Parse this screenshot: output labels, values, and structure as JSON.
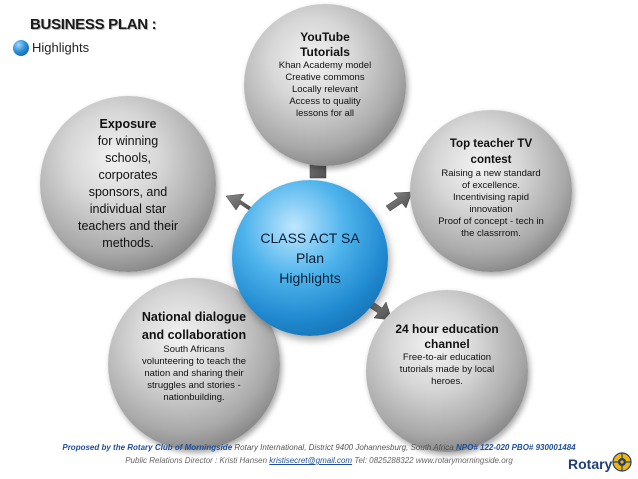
{
  "header": {
    "title": "BUSINESS PLAN :",
    "subtitle": "Highlights"
  },
  "center": {
    "line1": "CLASS ACT SA",
    "line2": "Plan",
    "line3": "Highlights"
  },
  "nodes": {
    "youtube": {
      "head": [
        "YouTube",
        "Tutorials"
      ],
      "body": [
        "Khan Academy model",
        "Creative commons",
        "Locally relevant",
        "Access to quality",
        "lessons for all"
      ]
    },
    "exposure": {
      "head": [
        "Exposure"
      ],
      "body": [
        "for winning",
        "schools,",
        "corporates",
        "sponsors, and",
        "individual star",
        "teachers and their",
        "methods."
      ]
    },
    "top_teacher": {
      "head": [
        "Top teacher TV",
        "contest"
      ],
      "body": [
        "Raising a new standard",
        "of excellence.",
        "Incentivising rapid",
        "innovation",
        "Proof of concept - tech in",
        "the classrrom."
      ]
    },
    "national": {
      "head": [
        "National dialogue",
        "and collaboration"
      ],
      "body": [
        "South Africans",
        "volunteering to teach the",
        "nation and sharing their",
        "struggles and stories -",
        "nationbuilding."
      ]
    },
    "channel": {
      "head": [
        "24 hour education",
        "channel"
      ],
      "body": [
        "Free-to-air education",
        "tutorials made by local",
        "heroes."
      ]
    }
  },
  "footer": {
    "line1_a": "Proposed by the Rotary Club of Morningside",
    "line1_b": " Rotary International, District 9400 Johannesburg, South Africa ",
    "line1_c": "NPO# 122-020   PBO# 930001484",
    "line2_a": "Public Relations Director : Kristi Hansen ",
    "line2_email": "kristisecret@gmail.com",
    "line2_b": " Tel: 0825288322  www.rotarymorningside.org",
    "logo": "Rotary"
  },
  "colors": {
    "center_blue": "#1f88cf",
    "footer_blue": "#1f4f9a"
  }
}
